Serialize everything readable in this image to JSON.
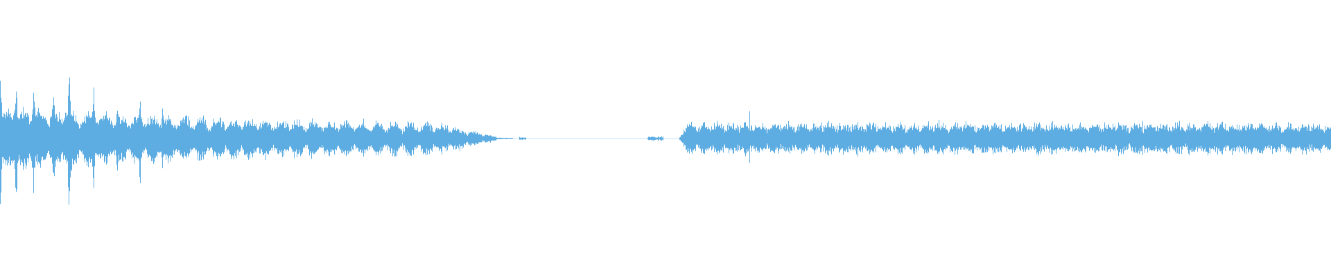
{
  "waveform": {
    "color": "#5dade2",
    "background": "#ffffff",
    "segments": [
      {
        "start": 0.0,
        "end": 0.385,
        "level": "loud-decaying"
      },
      {
        "start": 0.385,
        "end": 0.51,
        "level": "silence"
      },
      {
        "start": 0.51,
        "end": 1.0,
        "level": "steady"
      }
    ]
  }
}
